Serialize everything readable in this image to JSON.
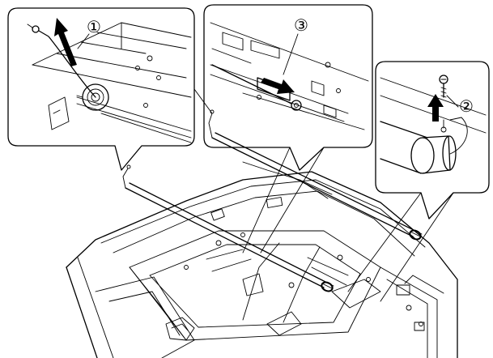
{
  "callouts": [
    {
      "number": "1",
      "label": "①"
    },
    {
      "number": "2",
      "label": "②"
    },
    {
      "number": "3",
      "label": "③"
    }
  ]
}
